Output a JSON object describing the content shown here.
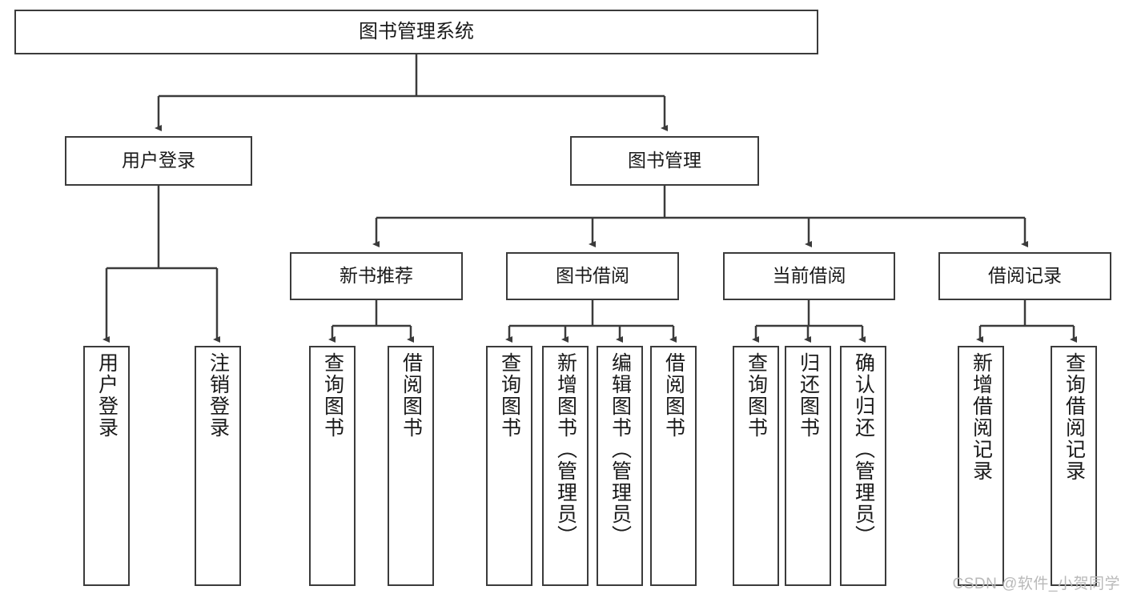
{
  "diagram": {
    "title": "图书管理系统",
    "watermark": "CSDN @软件_小贺同学",
    "line_color": "#3b3b3b",
    "box_fill": "#ffffff",
    "text_color": "#1a1a1a",
    "watermark_color": "#b9b9b9"
  },
  "nodes": {
    "root": {
      "label": "图书管理系统"
    },
    "level2": [
      {
        "label": "用户登录"
      },
      {
        "label": "图书管理"
      }
    ],
    "level3": [
      {
        "label": "新书推荐"
      },
      {
        "label": "图书借阅"
      },
      {
        "label": "当前借阅"
      },
      {
        "label": "借阅记录"
      }
    ],
    "leaves_user_login": [
      {
        "label": "用户登录"
      },
      {
        "label": "注销登录"
      }
    ],
    "leaves_new_book": [
      {
        "label": "查询图书"
      },
      {
        "label": "借阅图书"
      }
    ],
    "leaves_borrow": [
      {
        "label": "查询图书"
      },
      {
        "label": "新增图书（管理员）"
      },
      {
        "label": "编辑图书（管理员）"
      },
      {
        "label": "借阅图书"
      }
    ],
    "leaves_current": [
      {
        "label": "查询图书"
      },
      {
        "label": "归还图书"
      },
      {
        "label": "确认归还（管理员）"
      }
    ],
    "leaves_records": [
      {
        "label": "新增借阅记录"
      },
      {
        "label": "查询借阅记录"
      }
    ]
  }
}
